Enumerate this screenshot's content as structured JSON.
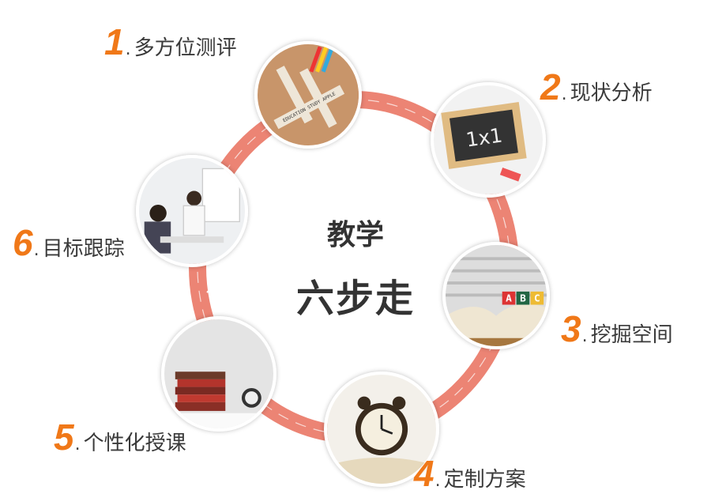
{
  "center": {
    "line1": "教学",
    "line2": "六步走"
  },
  "colors": {
    "accent": "#f07818",
    "ring": "#ec8474",
    "text": "#3a3a3a"
  },
  "steps": [
    {
      "number": "1",
      "label": "多方位测评",
      "image": "scrabble-tiles-photo",
      "image_text": "EDUCATION STUDY APPLE"
    },
    {
      "number": "2",
      "label": "现状分析",
      "image": "chalkboard-photo",
      "image_text": "1x1"
    },
    {
      "number": "3",
      "label": "挖掘空间",
      "image": "open-book-abc-blocks-photo",
      "image_text": "ABC"
    },
    {
      "number": "4",
      "label": "定制方案",
      "image": "alarm-clock-on-book-photo"
    },
    {
      "number": "5",
      "label": "个性化授课",
      "image": "stacked-books-clock-photo"
    },
    {
      "number": "6",
      "label": "目标跟踪",
      "image": "business-meeting-photo"
    }
  ]
}
